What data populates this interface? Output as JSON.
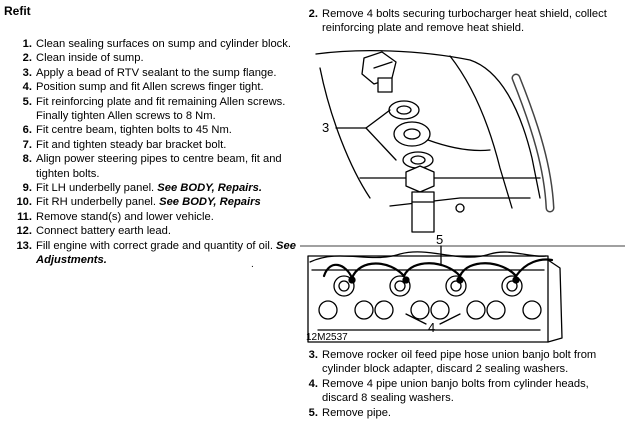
{
  "refit": {
    "heading": "Refit",
    "steps": [
      {
        "num": "1.",
        "text": "Clean sealing surfaces on sump and cylinder block."
      },
      {
        "num": "2.",
        "text": "Clean inside of sump."
      },
      {
        "num": "3.",
        "text": "Apply a bead of RTV sealant to the sump flange."
      },
      {
        "num": "4.",
        "text": "Position sump and fit Allen screws finger tight."
      },
      {
        "num": "5.",
        "text": "Fit reinforcing plate and fit remaining Allen screws. Finally tighten Allen screws to 8 Nm."
      },
      {
        "num": "6.",
        "text": "Fit centre beam, tighten bolts to 45 Nm."
      },
      {
        "num": "7.",
        "text": "Fit and tighten steady bar bracket bolt."
      },
      {
        "num": "8.",
        "text": "Align power steering pipes to centre beam, fit and tighten bolts."
      },
      {
        "num": "9.",
        "text": "Fit LH underbelly panel.",
        "ref": "See BODY, Repairs."
      },
      {
        "num": "10.",
        "text": "Fit RH underbelly panel.",
        "ref": "See BODY, Repairs"
      },
      {
        "num": "11.",
        "text": "Remove stand(s) and lower vehicle."
      },
      {
        "num": "12.",
        "text": "Connect battery earth lead."
      },
      {
        "num": "13.",
        "text": "Fill engine with correct grade and quantity of oil.",
        "ref": "See Adjustments."
      }
    ],
    "stray_mark": "."
  },
  "removal_steps_top": [
    {
      "num": "2.",
      "text": "Remove 4 bolts securing turbocharger heat shield, collect reinforcing plate and remove heat shield."
    }
  ],
  "removal_steps_bottom": [
    {
      "num": "3.",
      "text": "Remove rocker oil feed pipe hose union banjo bolt from cylinder block adapter, discard 2 sealing washers."
    },
    {
      "num": "4.",
      "text": "Remove 4 pipe union banjo bolts from cylinder heads, discard 8 sealing washers."
    },
    {
      "num": "5.",
      "text": "Remove pipe."
    }
  ],
  "figure": {
    "callout_3": "3",
    "callout_5": "5",
    "callout_4": "4",
    "figure_code": "12M2537"
  }
}
